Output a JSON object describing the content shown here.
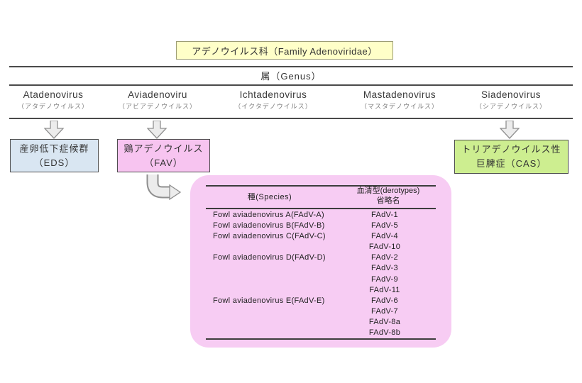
{
  "family": {
    "label": "アデノウイルス科（Family Adenoviridae）"
  },
  "genus_band": {
    "label": "属（Genus）"
  },
  "genera": [
    {
      "name": "Atadenovirus",
      "kana": "（アタデノウイルス）"
    },
    {
      "name": "Aviadenoviru",
      "kana": "（アビアデノウイルス）"
    },
    {
      "name": "Ichtadenovirus",
      "kana": "（イクタデノウイルス）"
    },
    {
      "name": "Mastadenovirus",
      "kana": "（マスタデノウイルス）"
    },
    {
      "name": "Siadenovirus",
      "kana": "（シアデノウイルス）"
    }
  ],
  "disease_boxes": {
    "eds": {
      "line1": "産卵低下症候群",
      "line2": "（EDS）",
      "color": "#d9e6f2"
    },
    "fav": {
      "line1": "鶏アデノウイルス",
      "line2": "（FAV）",
      "color": "#f7c4f0"
    },
    "cas": {
      "line1": "トリアデノウイルス性",
      "line2": "巨脾症（CAS）",
      "color": "#cdee90"
    }
  },
  "serotype_table": {
    "panel_color": "#f7ccf3",
    "header_species": "種(Species)",
    "header_serotype_line1": "血清型(derotypes)",
    "header_serotype_line2": "省略名",
    "rows": [
      {
        "species": "Fowl aviadenovirus A(FAdV-A)",
        "serotype": "FAdV-1"
      },
      {
        "species": "Fowl aviadenovirus B(FAdV-B)",
        "serotype": "FAdV-5"
      },
      {
        "species": "Fowl aviadenovirus C(FAdV-C)",
        "serotype": "FAdV-4"
      },
      {
        "species": "",
        "serotype": "FAdV-10"
      },
      {
        "species": "Fowl aviadenovirus D(FAdV-D)",
        "serotype": "FAdV-2"
      },
      {
        "species": "",
        "serotype": "FAdV-3"
      },
      {
        "species": "",
        "serotype": "FAdV-9"
      },
      {
        "species": "",
        "serotype": "FAdV-11"
      },
      {
        "species": "Fowl aviadenovirus E(FAdV-E)",
        "serotype": "FAdV-6"
      },
      {
        "species": "",
        "serotype": "FAdV-7"
      },
      {
        "species": "",
        "serotype": "FAdV-8a"
      },
      {
        "species": "",
        "serotype": "FAdV-8b"
      }
    ]
  },
  "colors": {
    "family_box": "#ffffc8",
    "band_line": "#4a4a4a",
    "arrow_fill": "#ececec",
    "arrow_stroke": "#8f8f8f"
  }
}
